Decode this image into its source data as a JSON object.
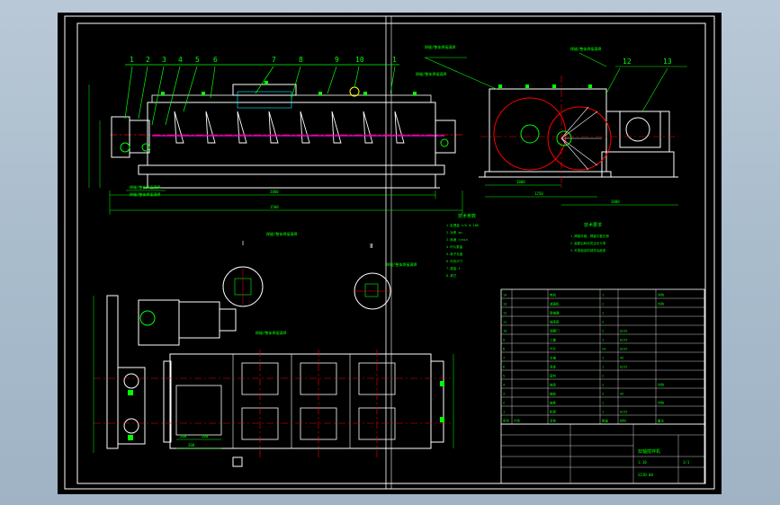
{
  "callouts_top": [
    "1",
    "2",
    "3",
    "4",
    "5",
    "6",
    "7",
    "8",
    "9",
    "10",
    "1",
    "12",
    "13"
  ],
  "note_labels": {
    "n1": "焊缝/整体焊接满焊",
    "n2": "焊缝/整体焊接满焊",
    "n3": "焊缝/整体焊接满焊",
    "n4": "焊缝/整体焊接满焊",
    "n5": "焊缝/整体焊接满焊",
    "n6": "焊缝/整体焊接满焊",
    "n7": "焊缝/整体焊接满焊",
    "n8": "焊缝/整体焊接满焊"
  },
  "dims": {
    "d_long1": "2880",
    "d_long2": "1500",
    "d_right1": "1800",
    "d_right2": "1250",
    "d_right3": "2000",
    "d_plan1": "200",
    "d_plan2": "200",
    "d_plan3": "200"
  },
  "tech_spec": {
    "title": "技术参数",
    "rows": [
      "1.处理量 t/h 8-100",
      "2.功率 kw",
      "3.转速 r/min",
      "4.叶片数量",
      "5.转子长度",
      "6.外形尺寸",
      "7.重量 t",
      "8.其它"
    ]
  },
  "tech_req": {
    "title": "技术要求",
    "rows": [
      "1.焊接牢固、焊缝平整光滑",
      "2.装配后转动灵活无卡滞",
      "3.外表面涂防锈漆及面漆"
    ]
  },
  "bom_rows": [
    [
      "14",
      "",
      "电机",
      "1",
      "",
      "外购"
    ],
    [
      "13",
      "",
      "减速机",
      "1",
      "",
      "外购"
    ],
    [
      "12",
      "",
      "联轴器",
      "1",
      "",
      ""
    ],
    [
      "11",
      "",
      "轴承座",
      "2",
      "",
      ""
    ],
    [
      "10",
      "",
      "观察门",
      "2",
      "Q235",
      ""
    ],
    [
      "9",
      "",
      "上盖",
      "1",
      "Q235",
      ""
    ],
    [
      "8",
      "",
      "叶片",
      "24",
      "Q235",
      ""
    ],
    [
      "7",
      "",
      "主轴",
      "1",
      "45",
      ""
    ],
    [
      "6",
      "",
      "壳体",
      "1",
      "Q235",
      ""
    ],
    [
      "5",
      "",
      "密封",
      "2",
      "",
      ""
    ],
    [
      "4",
      "",
      "轴承",
      "2",
      "",
      "外购"
    ],
    [
      "3",
      "",
      "链轮",
      "2",
      "45",
      ""
    ],
    [
      "2",
      "",
      "链条",
      "1",
      "",
      "外购"
    ],
    [
      "1",
      "",
      "机架",
      "1",
      "Q235",
      ""
    ]
  ],
  "bom_header": [
    "序号",
    "代号",
    "名称",
    "数量",
    "材料",
    "备注"
  ],
  "title_block": {
    "name": "双轴搅拌机",
    "scale": "1:10",
    "sheet": "1/1",
    "drawing_no": "SZJB-00"
  },
  "colors": {
    "bg": "#000000",
    "frame": "#ffffff",
    "green": "#00ff00",
    "white": "#ffffff",
    "red": "#ff0000",
    "magenta": "#ff00ff",
    "cyan": "#00ffff",
    "yellow": "#ffff00"
  }
}
